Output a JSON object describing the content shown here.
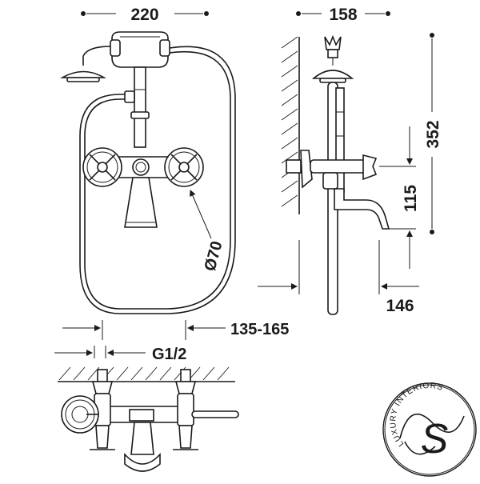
{
  "dimensions": {
    "width_front": "220",
    "depth_side": "158",
    "height_total": "352",
    "spout_height": "115",
    "spout_reach": "146",
    "handle_diameter": "Ø70",
    "center_distance": "135-165",
    "thread": "G1/2"
  },
  "logo": {
    "text": "LUXURY INTERIORS",
    "letter": "S"
  },
  "colors": {
    "line": "#1a1a1a",
    "background": "#ffffff"
  }
}
